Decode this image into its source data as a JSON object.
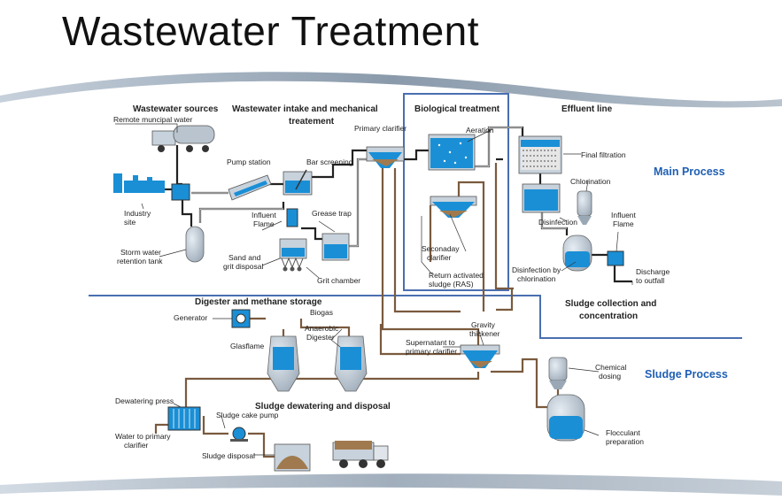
{
  "page": {
    "title": "Wastewater Treatment"
  },
  "colors": {
    "water": "#1a8fd6",
    "pipe": "#222222",
    "sludge_pipe": "#7a5a3e",
    "section_label": "#1f5fb4",
    "box_border": "#4a6fb0"
  },
  "sections": {
    "main_process": "Main Process",
    "sludge_process": "Sludge Process"
  },
  "groups": {
    "wastewater_sources": "Wastewater sources",
    "intake_line1": "Wastewater intake and mechanical",
    "intake_line2": "treatement",
    "biological_treatment": "Biological treatment",
    "effluent_line": "Effluent line",
    "digester": "Digester and methane storage",
    "dewatering": "Sludge dewatering and disposal",
    "sludge_collection_line1": "Sludge collection and",
    "sludge_collection_line2": "concentration"
  },
  "labels": {
    "remote_municipal_water": "Remote muncipal water",
    "industry_site_1": "Industry",
    "industry_site_2": "site",
    "storm_water_1": "Storm water",
    "storm_water_2": "retention tank",
    "pump_station": "Pump station",
    "bar_screening": "Bar screening",
    "influent_flame_1": "Influent",
    "influent_flame_2": "Flame",
    "grease_trap": "Grease trap",
    "sand_grit_1": "Sand and",
    "sand_grit_2": "grit disposal",
    "grit_chamber": "Grit chamber",
    "primary_clarifier": "Primary clarifier",
    "aeration": "Aeration",
    "secondary_clarifier_1": "Seconaday",
    "secondary_clarifier_2": "clarifier",
    "ras_1": "Return activated",
    "ras_2": "sludge (RAS)",
    "final_filtration": "Final filtration",
    "chlorination": "Chlorination",
    "disinfection": "Disinfection",
    "influent_flame_b1": "Influent",
    "influent_flame_b2": "Flame",
    "disinfection_chlor_1": "Disinfection by",
    "disinfection_chlor_2": "chlorination",
    "discharge_1": "Discharge",
    "discharge_2": "to outfall",
    "generator": "Generator",
    "biogas": "Biogas",
    "glasflame": "Glasflame",
    "anaerobic_1": "Anaerobic",
    "anaerobic_2": "Digester",
    "supernatant_1": "Supernatant to",
    "supernatant_2": "primary clarifier",
    "gravity_1": "Gravity",
    "gravity_2": "thickener",
    "chemical_1": "Chemical",
    "chemical_2": "dosing",
    "dewatering_press": "Dewatering press",
    "sludge_cake_pump": "Sludge cake pump",
    "water_primary_1": "Water to primary",
    "water_primary_2": "clarifier",
    "sludge_disposal": "Sludge disposal",
    "flocculant_1": "Flocculant",
    "flocculant_2": "preparation"
  }
}
